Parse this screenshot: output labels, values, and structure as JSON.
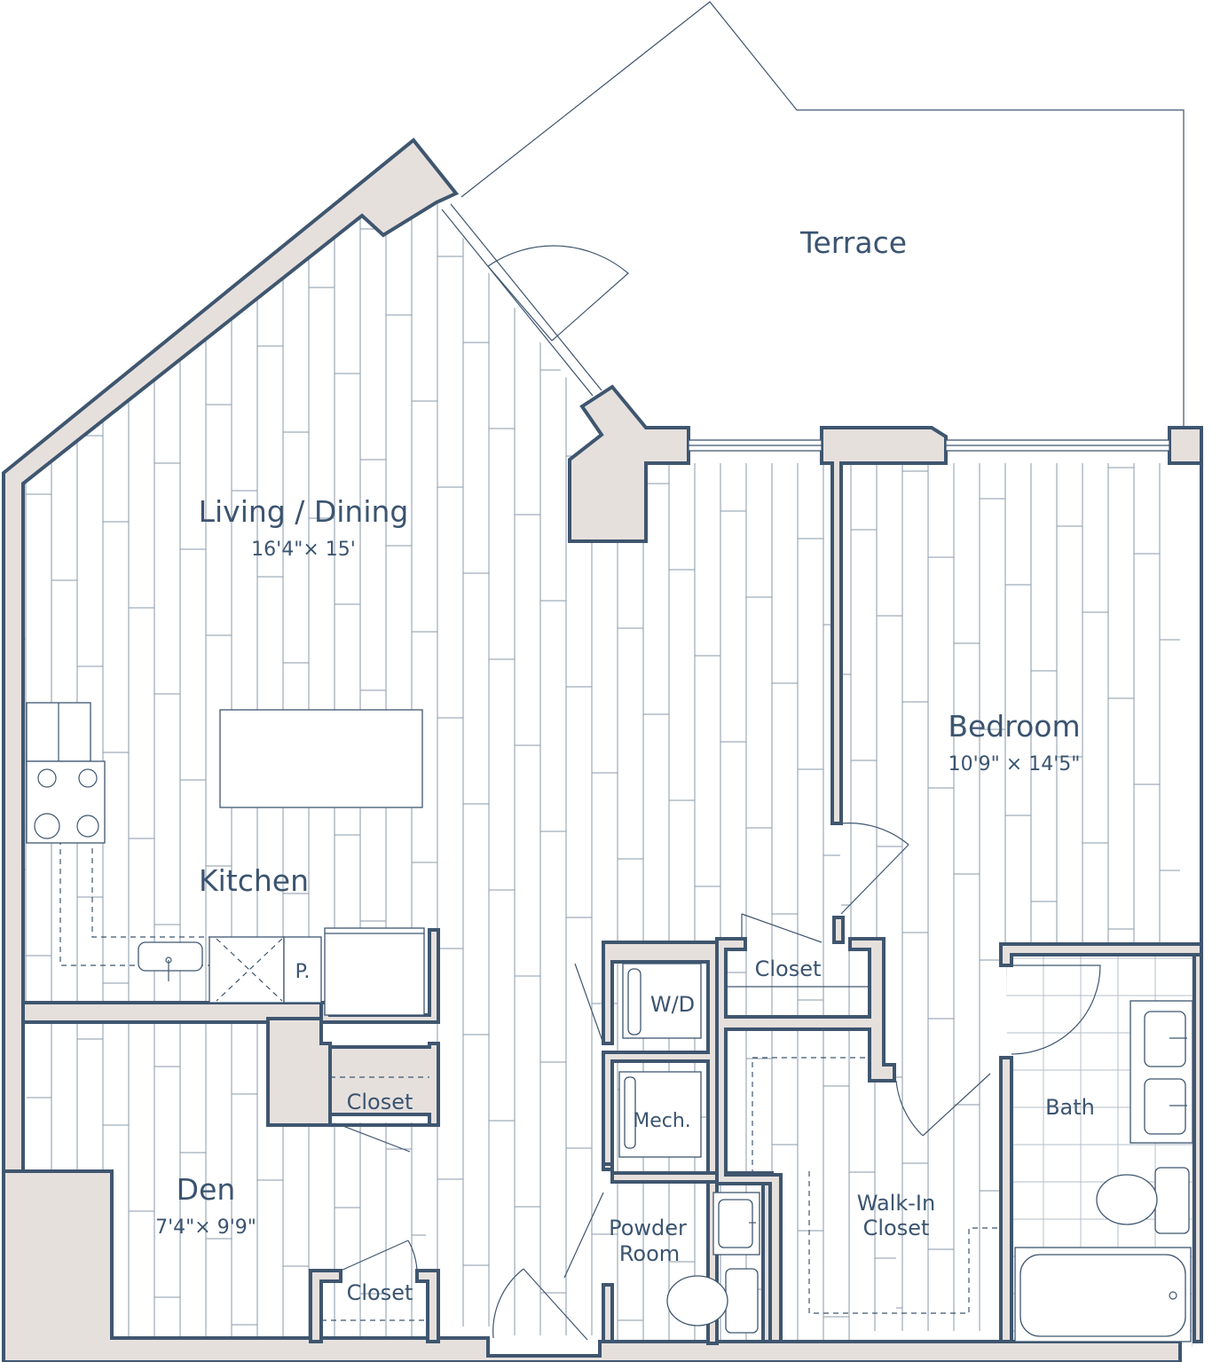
{
  "rooms": {
    "terrace": {
      "name": "Terrace"
    },
    "living": {
      "name": "Living / Dining",
      "size": "16'4\"× 15'"
    },
    "kitchen": {
      "name": "Kitchen"
    },
    "pantry": {
      "name": "P."
    },
    "bedroom": {
      "name": "Bedroom",
      "size": "10'9\" × 14'5\""
    },
    "den": {
      "name": "Den",
      "size": "7'4\"× 9'9\""
    },
    "closet_bedroom": {
      "name": "Closet"
    },
    "closet_den_upper": {
      "name": "Closet"
    },
    "closet_den_lower": {
      "name": "Closet"
    },
    "laundry": {
      "name": "W/D"
    },
    "mech": {
      "name": "Mech."
    },
    "powder": {
      "name_line1": "Powder",
      "name_line2": "Room"
    },
    "walkin": {
      "name_line1": "Walk-In",
      "name_line2": "Closet"
    },
    "bath": {
      "name": "Bath"
    }
  },
  "colors": {
    "wall_fill": "#e6e0dd",
    "wall_stroke": "#3f566f",
    "label": "#3b5470"
  }
}
